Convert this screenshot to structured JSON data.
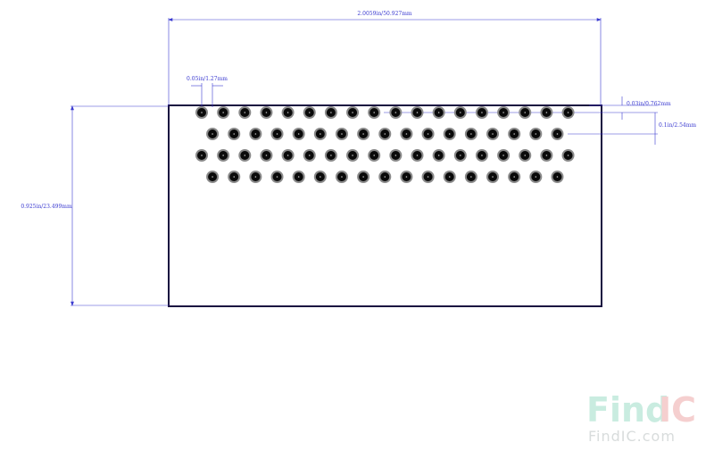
{
  "dimensions": {
    "width": "2.0059in/50.927mm",
    "height": "0.925in/23.499mm",
    "pitch": "0.05in/1.27mm",
    "pad_edge": "0.03in/0.762mm",
    "row_spacing": "0.1in/2.54mm"
  },
  "logo": {
    "text_main": "Find",
    "text_ic": "IC",
    "url": "FindIC.com"
  },
  "pads": {
    "rows": [
      {
        "count": 18,
        "offset": 0
      },
      {
        "count": 17,
        "offset": 1
      },
      {
        "count": 18,
        "offset": 0
      },
      {
        "count": 17,
        "offset": 1
      }
    ]
  },
  "colors": {
    "dimension": "#3a3ad0",
    "outline": "#1a1040",
    "pad_ring": "#8a8a8a",
    "pad_fill": "#0a0a0a",
    "logo_green": "#c9ece0",
    "logo_pink": "#f5cfcf"
  }
}
